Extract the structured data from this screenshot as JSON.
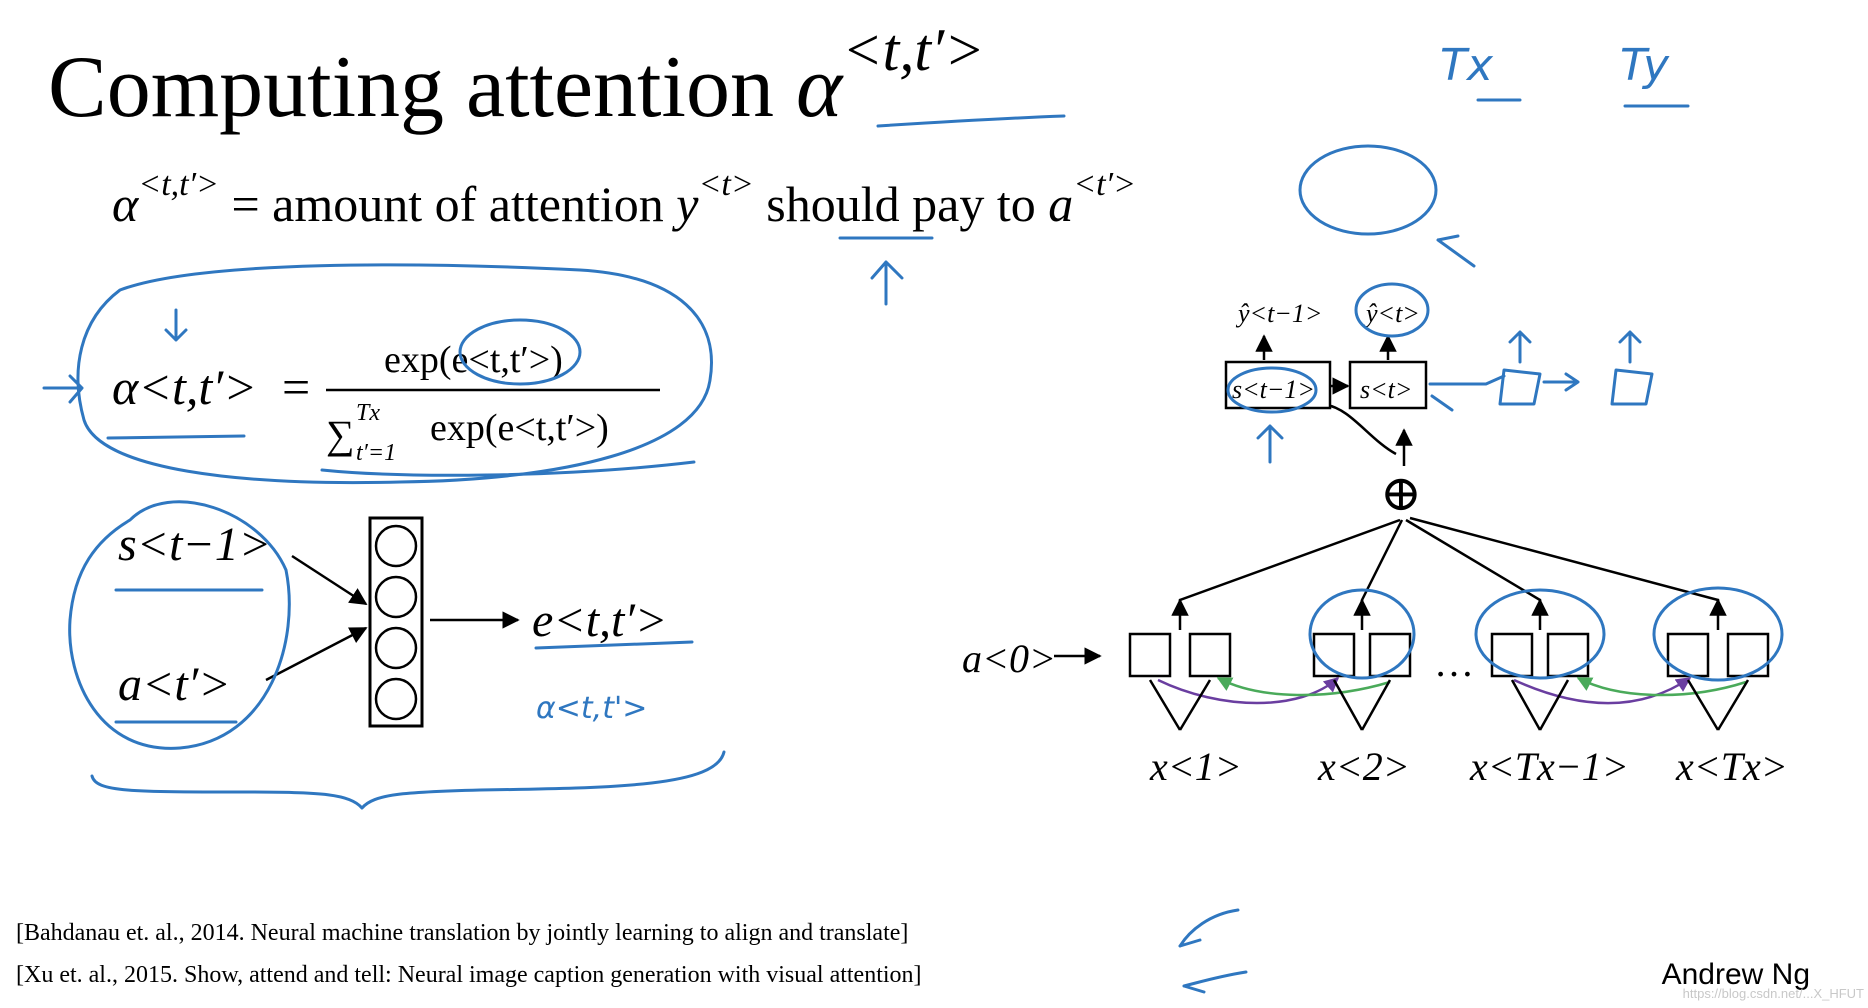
{
  "title": {
    "text": "Computing attention",
    "symbol": "α",
    "superscript": "<t,t′>"
  },
  "definition": {
    "lhs_symbol": "α",
    "lhs_sup": "<t,t′>",
    "middle": "= amount of attention",
    "y_symbol": "y",
    "y_sup": "<t>",
    "end": "should pay to",
    "a_symbol": "a",
    "a_sup": "<t′>"
  },
  "softmax": {
    "lhs": "α<t,t′>",
    "eq": "=",
    "numerator": "exp(e<t,t′>)",
    "sum_sym": "∑",
    "sum_upper": "Tx",
    "sum_lower": "t′=1",
    "denominator": "exp(e<t,t′>)"
  },
  "small_net": {
    "input_s": "s<t−1>",
    "input_a": "a<t′>",
    "output_e": "e<t,t′>",
    "handwritten_alpha": "α<t,t'>"
  },
  "diagram": {
    "a0": "a<0>",
    "x_labels": [
      "x<1>",
      "x<2>",
      "x<Tx−1>",
      "x<Tx>"
    ],
    "ellipsis": "…",
    "plus": "⊕",
    "s_prev": "s<t−1>",
    "s_t": "s<t>",
    "y_prev": "ŷ<t−1>",
    "y_t": "ŷ<t>"
  },
  "handwritten_top": {
    "tx": "Tx",
    "ty": "Ty"
  },
  "references": [
    "[Bahdanau et. al., 2014. Neural machine translation by jointly learning to align and translate]",
    "[Xu et. al., 2015. Show, attend and tell: Neural image caption generation with visual attention]"
  ],
  "author": "Andrew Ng",
  "watermark": "https://blog.csdn.net/...X_HFUT",
  "colors": {
    "annotation_blue": "#2f77c0",
    "forward_arrow_green": "#4aaa5a",
    "backward_arrow_purple": "#6a3ea0"
  }
}
